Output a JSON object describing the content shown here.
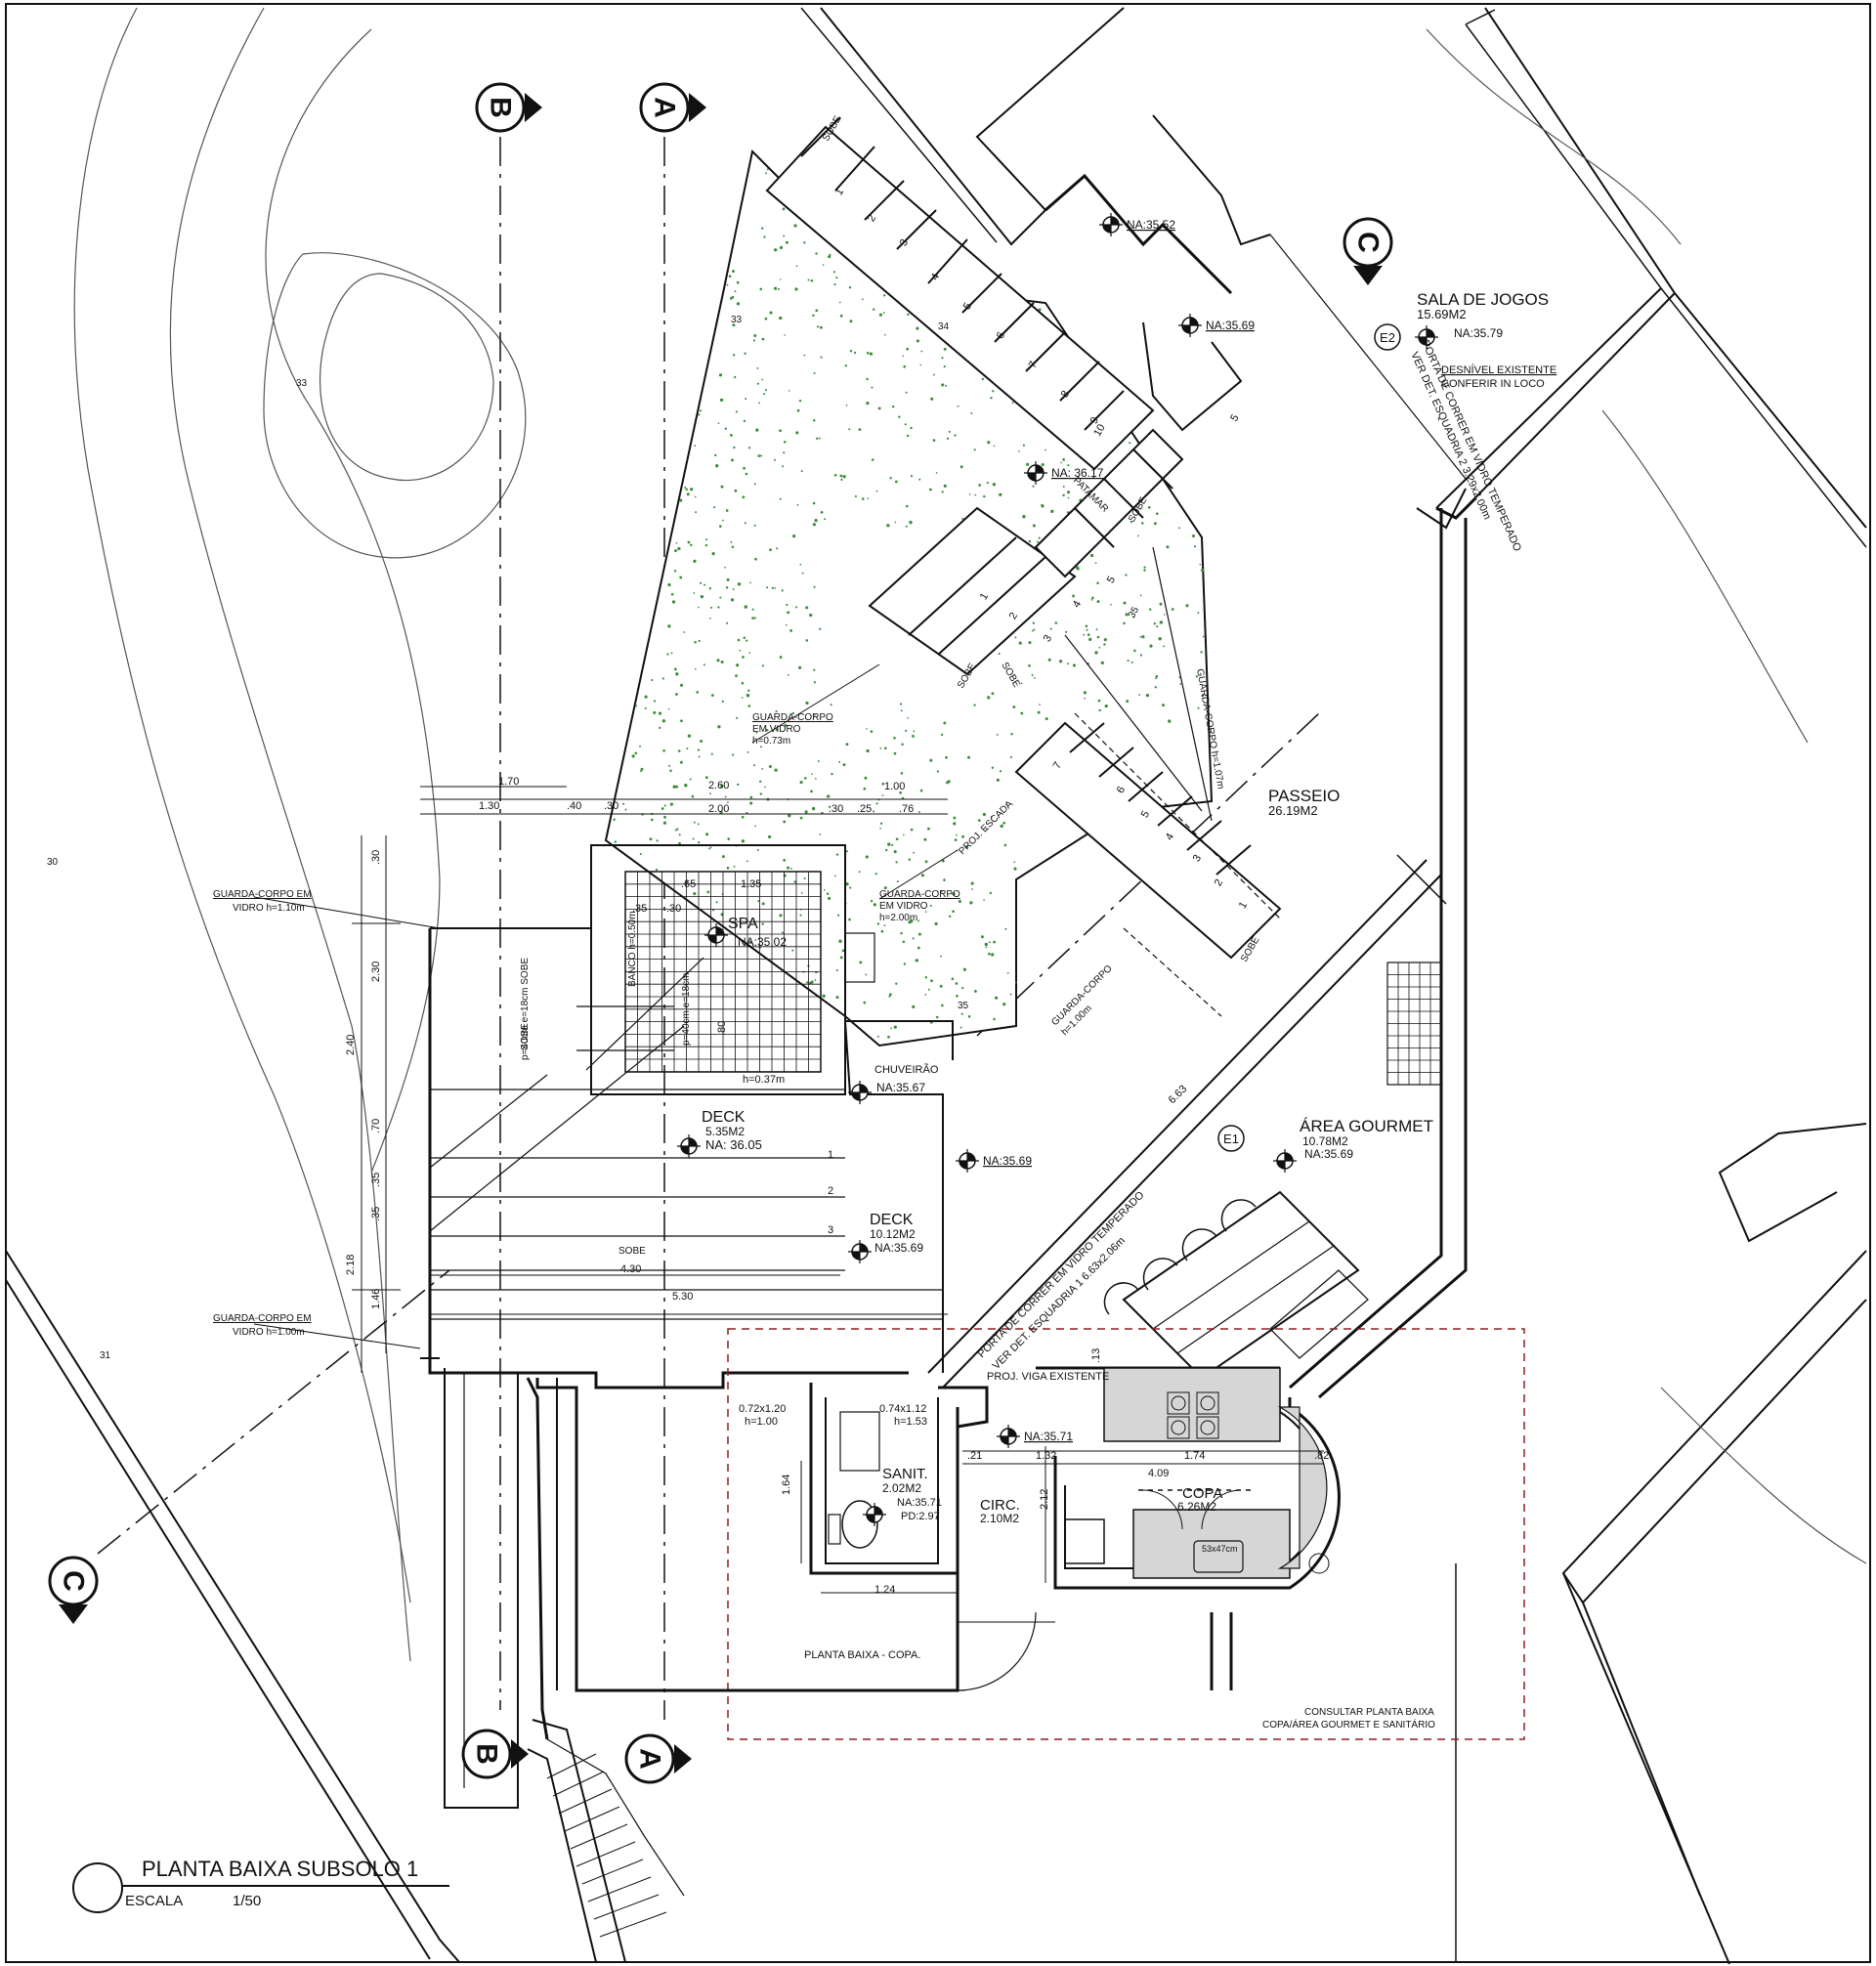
{
  "drawing": {
    "title": "PLANTA BAIXA SUBSOLO 1",
    "scale_label": "ESCALA",
    "scale_value": "1/50"
  },
  "grid_markers": {
    "a": "A",
    "b": "B",
    "c": "C"
  },
  "rooms": {
    "sala_jogos": {
      "name": "SALA DE JOGOS",
      "area": "15.69M2",
      "level": "NA:35.79",
      "tag": "E2"
    },
    "passeio": {
      "name": "PASSEIO",
      "area": "26.19M2"
    },
    "spa": {
      "name": "SPA",
      "level": "NA:35.02"
    },
    "deck_upper": {
      "name": "DECK",
      "area": "5.35M2",
      "level": "NA: 36.05"
    },
    "deck_lower": {
      "name": "DECK",
      "area": "10.12M2",
      "level": "NA:35.69"
    },
    "chuveirao": {
      "name": "CHUVEIRÃO",
      "level": "NA:35.67"
    },
    "area_gourmet": {
      "name": "ÁREA GOURMET",
      "area": "10.78M2",
      "level": "NA:35.69",
      "tag": "E1"
    },
    "sanit": {
      "name": "SANIT.",
      "area": "2.02M2",
      "level": "NA:35.71",
      "pd": "PD:2.97"
    },
    "circ": {
      "name": "CIRC.",
      "area": "2.10M2"
    },
    "copa": {
      "name": "COPA",
      "area": "6.26M2"
    }
  },
  "levels": {
    "na_3552": "NA:35.52",
    "na_3569_top": "NA:35.69",
    "na_3617": "NA: 36.17",
    "na_3569_mid": "NA:35.69",
    "na_3571": "NA:35.71"
  },
  "notes": {
    "desnivel": "DESNÍVEL EXISTENTE",
    "conferir": "CONFERIR IN LOCO",
    "porta_c_1": "PORTA DE CORRER EM VIDRO TEMPERADO",
    "porta_c_2": "VER DET. ESQUADRIA 2 3.29x2.00m",
    "porta_e1_1": "PORTA DE CORRER EM VIDRO TEMPERADO",
    "porta_e1_2": "VER DET. ESQUADRIA 1 6.63x2.06m",
    "patamar": "PATAMAR",
    "sobe": "SOBE",
    "proj_escada": "PROJ. ESCADA",
    "proj_viga": "PROJ. VIGA EXISTENTE",
    "gc_vidro_073_1": "GUARDA-CORPO",
    "gc_vidro_073_2": "EM VIDRO",
    "gc_vidro_073_3": "h=0.73m",
    "gc_vidro_200_1": "GUARDA-CORPO",
    "gc_vidro_200_2": "EM VIDRO",
    "gc_vidro_200_3": "h=2.00m",
    "gc_110_1": "GUARDA-CORPO EM",
    "gc_110_2": "VIDRO h=1.10m",
    "gc_100_1": "GUARDA-CORPO EM",
    "gc_100_2": "VIDRO h=1.00m",
    "gc_107": "GUARDA-CORPO h=1.07m",
    "gc_100b_1": "GUARDA-CORPO",
    "gc_100b_2": "h=1.00m",
    "banco": "BANCO h=0.50m",
    "spa_step": "p=40cm e=18cm SOBE",
    "spa_step2": "p=40cm e=18cm",
    "h037": "h=0.37m",
    "janela_1": "0.72x1.20",
    "janela_1h": "h=1.00",
    "janela_2": "0.74x1.12",
    "janela_2h": "h=1.53",
    "cuba": "53x47cm",
    "planta_copa": "PLANTA BAIXA - COPA.",
    "consultar_1": "CONSULTAR PLANTA BAIXA",
    "consultar_2": "COPA/ÁREA GOURMET E SANITÁRIO"
  },
  "contours": {
    "c30": "30",
    "c31": "31",
    "c33": "33",
    "c33b": "33",
    "c34": "34",
    "c35": "35",
    "c35b": "35"
  },
  "dimensions": {
    "d170": "1.70",
    "d130": "1.30",
    "d40": ".40",
    "d30a": ".30",
    "d260": "2.60",
    "d200": "2.00",
    "d30b": ".30",
    "d25": ".25",
    "d76": ".76",
    "d100": "1.00",
    "d65": ".65",
    "d135": "1.35",
    "d35": ".35",
    "d30c": ".30",
    "d80": ".80",
    "v30": ".30",
    "v230": "2.30",
    "v240": "2.40",
    "v70": ".70",
    "v35a": ".35",
    "v35b": ".35",
    "v218": "2.18",
    "v146": "1.46",
    "d430": "4.30",
    "d530": "5.30",
    "d663": "6.63",
    "d164": "1.64",
    "d124": "1.24",
    "d21": ".21",
    "d132": "1.32",
    "d409": "4.09",
    "d174": "1.74",
    "d82": ".82",
    "d212": "2.12",
    "d13": ".13",
    "d5": "5"
  },
  "steps": {
    "upper": [
      "1",
      "2",
      "3",
      "4",
      "5",
      "6",
      "7",
      "8",
      "9",
      "10"
    ],
    "mid": [
      "1",
      "2",
      "3",
      "4",
      "5"
    ],
    "lower": [
      "1",
      "2",
      "3",
      "4",
      "5",
      "6",
      "7"
    ],
    "deck": [
      "1",
      "2",
      "3"
    ]
  }
}
